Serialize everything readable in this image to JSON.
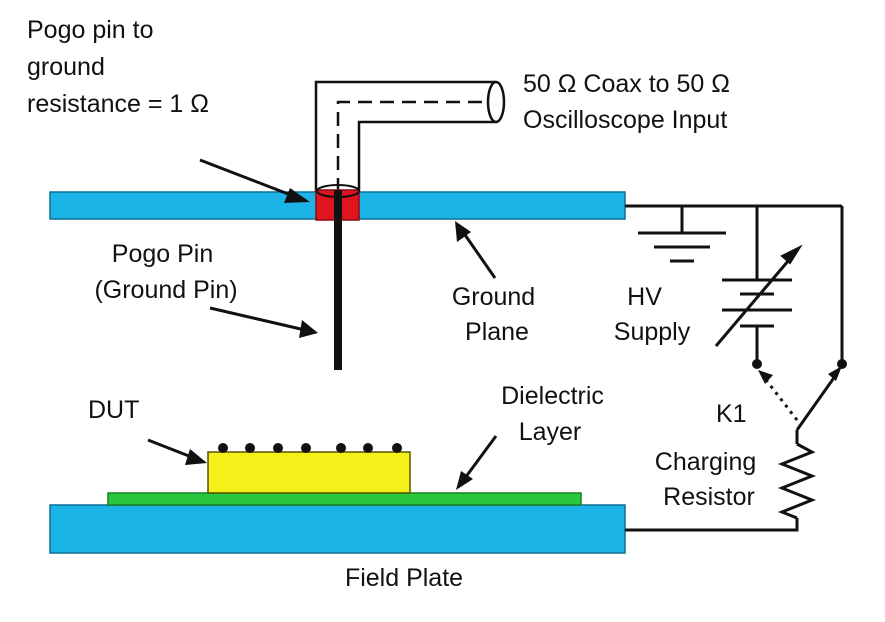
{
  "labels": {
    "pogo_resistance": [
      "Pogo pin to",
      "ground",
      "resistance = 1 Ω"
    ],
    "coax": [
      "50 Ω Coax to 50 Ω",
      "Oscilloscope Input"
    ],
    "pogo_pin": [
      "Pogo Pin",
      "(Ground Pin)"
    ],
    "ground_plane": [
      "Ground",
      "Plane"
    ],
    "hv_supply": [
      "HV",
      "Supply"
    ],
    "dielectric": [
      "Dielectric",
      "Layer"
    ],
    "dut": "DUT",
    "k1": "K1",
    "charging_resistor": [
      "Charging",
      "Resistor"
    ],
    "field_plate": "Field Plate"
  },
  "colors": {
    "plate": "#1cb4e6",
    "plate_stroke": "#0b6f94",
    "contact": "#e0141e",
    "dut": "#f5ef1a",
    "dielectric": "#29c83c",
    "line": "#111111"
  }
}
